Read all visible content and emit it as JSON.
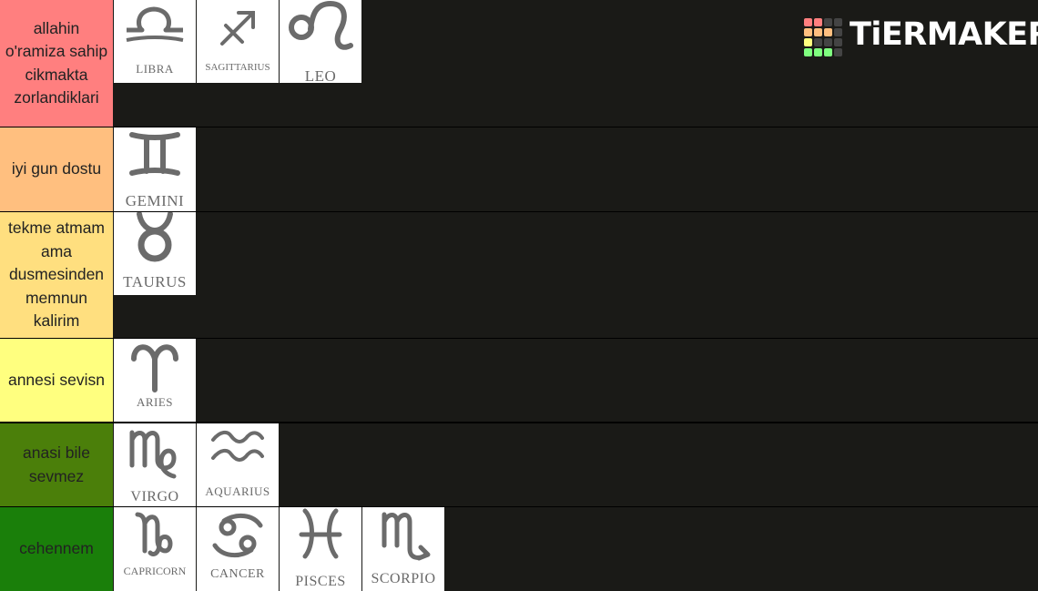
{
  "app": {
    "logo_text": "TiERMAKER"
  },
  "colors": {
    "row_background": "#1a1a17",
    "card_background": "#ffffff",
    "symbol_gray": "#6b6b6b"
  },
  "tiers": [
    {
      "label": "allahin o'ramiza sahip cikmakta zorlandiklari",
      "color": "#ff7f7f",
      "items": [
        {
          "name": "LIBRA",
          "icon": "libra-icon"
        },
        {
          "name": "SAGITTARIUS",
          "icon": "sagittarius-icon"
        },
        {
          "name": "LEO",
          "icon": "leo-icon"
        }
      ]
    },
    {
      "label": "iyi gun dostu",
      "color": "#ffbf7f",
      "items": [
        {
          "name": "GEMINI",
          "icon": "gemini-icon"
        }
      ]
    },
    {
      "label": "tekme atmam ama dusmesinden memnun kalirim",
      "color": "#ffdf7f",
      "items": [
        {
          "name": "TAURUS",
          "icon": "taurus-icon"
        }
      ]
    },
    {
      "label": "annesi sevisn",
      "color": "#ffff7f",
      "items": [
        {
          "name": "ARIES",
          "icon": "aries-icon"
        }
      ]
    },
    {
      "label": "anasi bile sevmez",
      "color": "#4b7f0a",
      "items": [
        {
          "name": "VIRGO",
          "icon": "virgo-icon"
        },
        {
          "name": "AQUARIUS",
          "icon": "aquarius-icon"
        }
      ]
    },
    {
      "label": "cehennem",
      "color": "#1a7f0a",
      "items": [
        {
          "name": "CAPRICORN",
          "icon": "capricorn-icon"
        },
        {
          "name": "CANCER",
          "icon": "cancer-icon"
        },
        {
          "name": "PISCES",
          "icon": "pisces-icon"
        },
        {
          "name": "SCORPIO",
          "icon": "scorpio-icon"
        }
      ]
    }
  ]
}
